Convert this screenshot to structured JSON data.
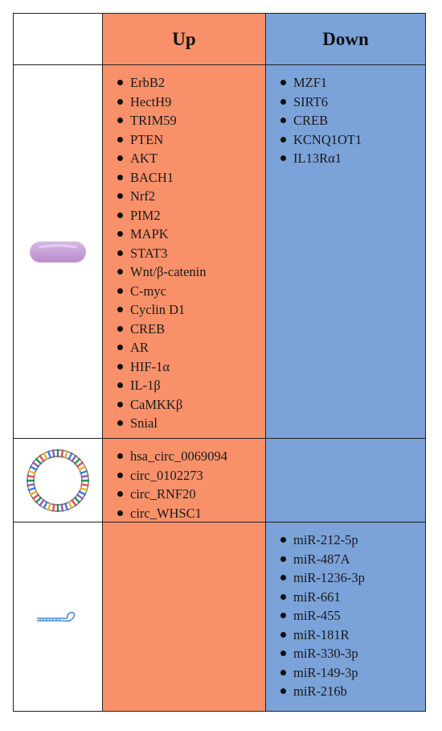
{
  "header": {
    "up_label": "Up",
    "down_label": "Down"
  },
  "rows": [
    {
      "icon": "mrna-pill-icon",
      "up": [
        "ErbB2",
        "HectH9",
        "TRIM59",
        "PTEN",
        "AKT",
        "BACH1",
        "Nrf2",
        "PIM2",
        "MAPK",
        "STAT3",
        "Wnt/β-catenin",
        "C-myc",
        "Cyclin D1",
        "CREB",
        "AR",
        "HIF-1α",
        "IL-1β",
        "CaMKKβ",
        "Snial"
      ],
      "down": [
        "MZF1",
        "SIRT6",
        "CREB",
        "KCNQ1OT1",
        "IL13Rα1"
      ]
    },
    {
      "icon": "circular-rna-icon",
      "up": [
        "hsa_circ_0069094",
        "circ_0102273",
        "circ_RNF20",
        "circ_WHSC1"
      ],
      "down": []
    },
    {
      "icon": "microrna-hairpin-icon",
      "up": [],
      "down": [
        "miR-212-5p",
        "miR-487A",
        "miR-1236-3p",
        "miR-661",
        "miR-455",
        "miR-181R",
        "miR-330-3p",
        "miR-149-3p",
        "miR-216b"
      ]
    }
  ],
  "colors": {
    "up": "#F8916A",
    "down": "#7BA3D9",
    "pill": "#C9A2D8"
  }
}
